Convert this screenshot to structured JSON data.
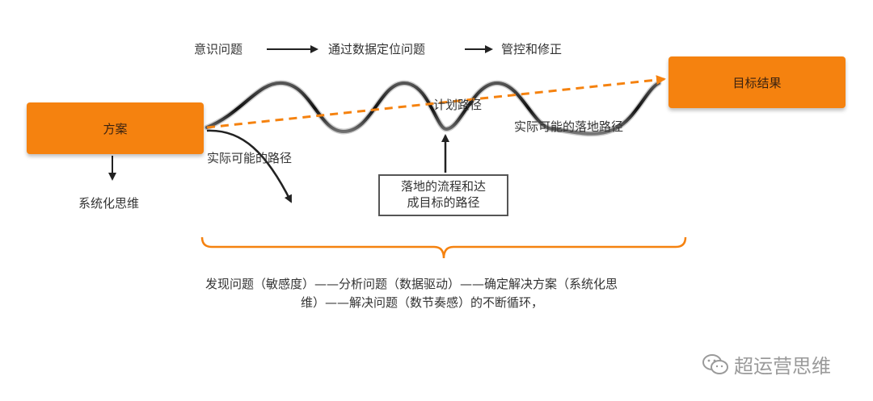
{
  "top_flow": {
    "step1": "意识问题",
    "step2": "通过数据定位问题",
    "step3": "管控和修正"
  },
  "boxes": {
    "plan": "方案",
    "target": "目标结果"
  },
  "labels": {
    "systems_thinking": "系统化思维",
    "possible_path_left": "实际可能的路径",
    "planned_path": "计划路径",
    "possible_landing_path": "实际可能的落地路径"
  },
  "note_box": {
    "line1": "落地的流程和达",
    "line2": "成目标的路径"
  },
  "summary": {
    "line1": "发现问题（敏感度）——分析问题（数据驱动）——确定解决方案（系统化思",
    "line2": "维）——解决问题（数节奏感）的不断循环，"
  },
  "watermark": {
    "text": "超运营思维",
    "icon": "wechat-icon"
  },
  "colors": {
    "orange": "#f5820f",
    "dark": "#333333"
  }
}
